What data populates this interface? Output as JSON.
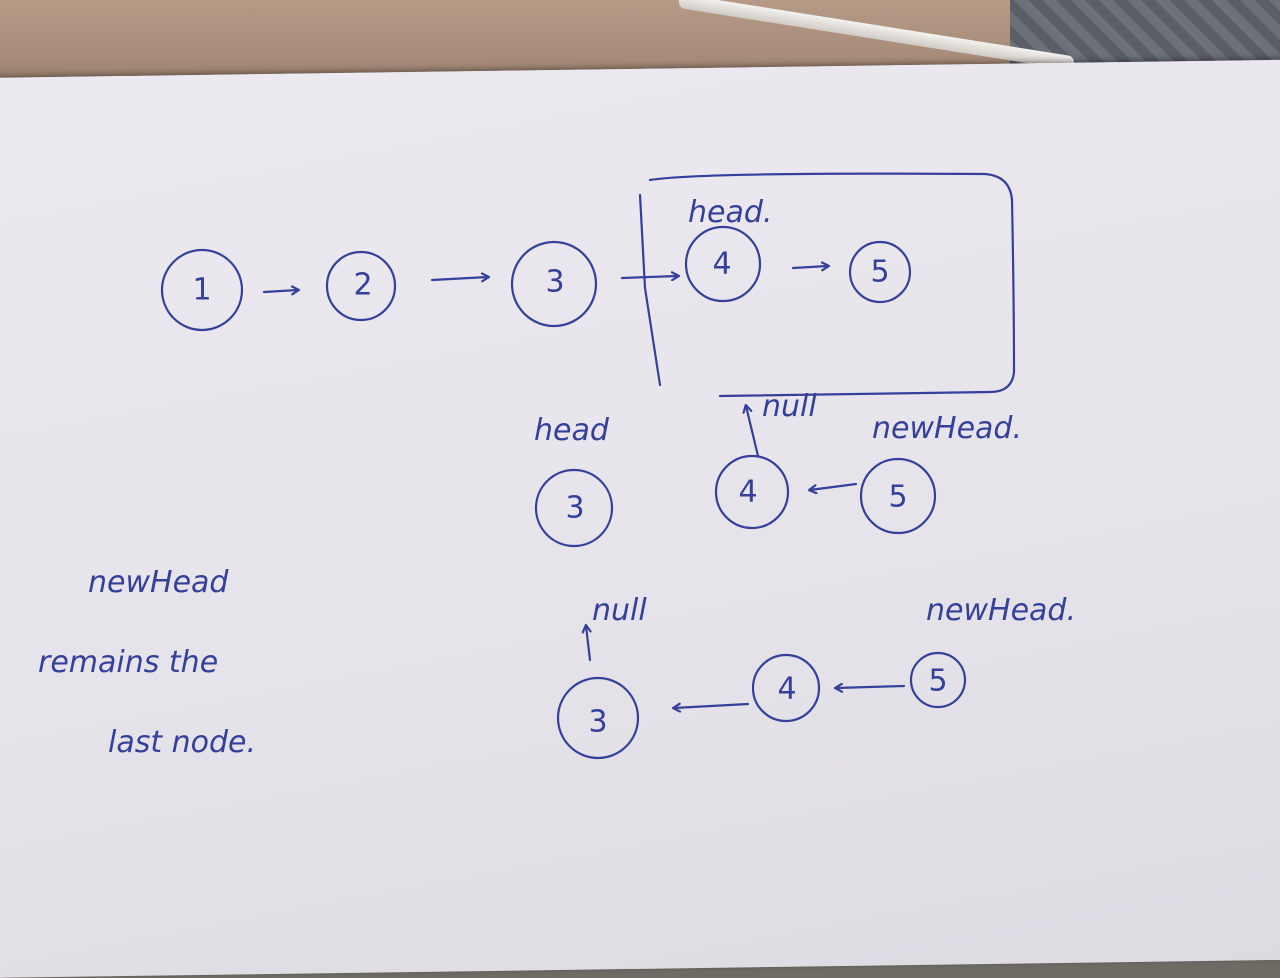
{
  "colors": {
    "ink": "#34409a",
    "paper": "#e8e6ec"
  },
  "row1": {
    "nodes": [
      "1",
      "2",
      "3",
      "4",
      "5"
    ],
    "label_head": "head."
  },
  "row2": {
    "nodes": [
      "3",
      "4",
      "5"
    ],
    "label_head": "head",
    "label_null": "null",
    "label_newhead": "newHead."
  },
  "row3": {
    "nodes": [
      "3",
      "4",
      "5"
    ],
    "label_null": "null",
    "label_newhead": "newHead."
  },
  "note": {
    "line1": "newHead",
    "line2": "remains the",
    "line3": "last node."
  }
}
